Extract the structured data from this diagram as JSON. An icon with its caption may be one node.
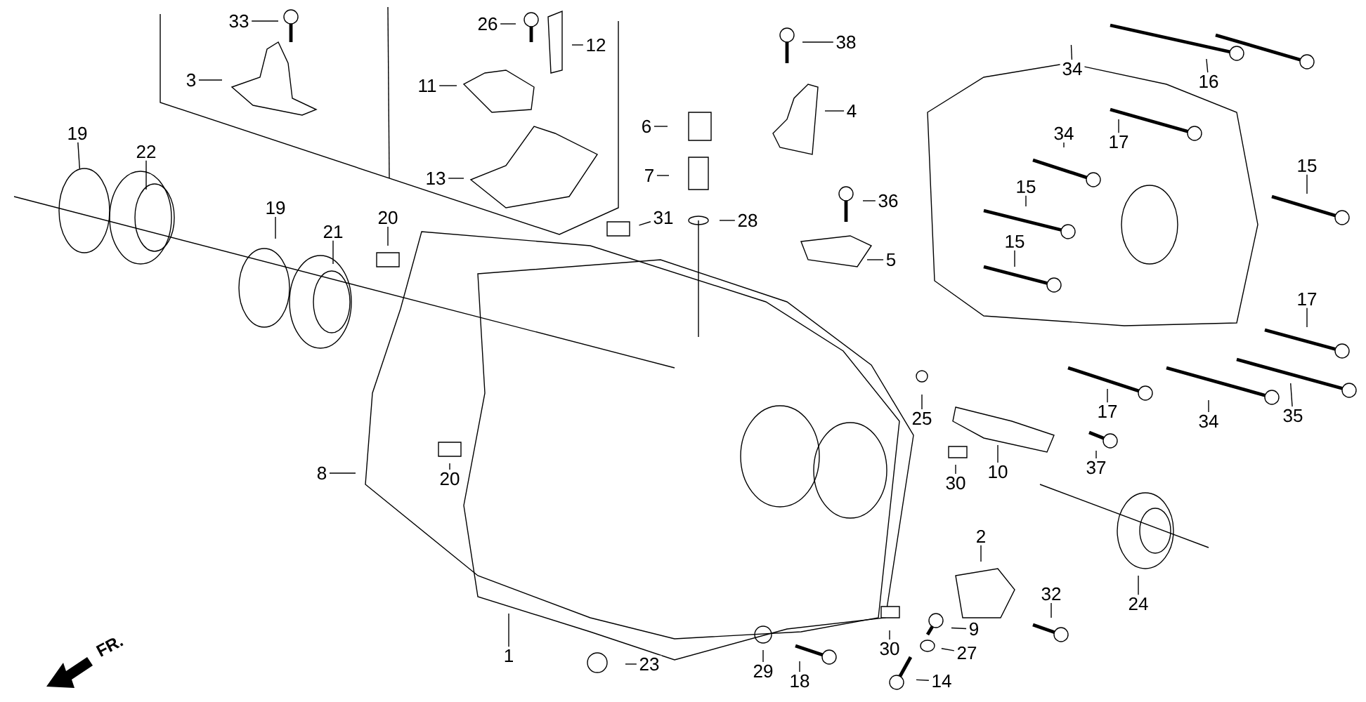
{
  "diagram": {
    "nodes": [
      {
        "text": [
          "33"
        ]
      },
      {
        "text": [
          "3"
        ]
      },
      {
        "text": [
          "26"
        ]
      },
      {
        "text": [
          "12"
        ]
      },
      {
        "text": [
          "11"
        ]
      },
      {
        "text": [
          "13"
        ]
      },
      {
        "text": [
          "38"
        ]
      },
      {
        "text": [
          "6"
        ]
      },
      {
        "text": [
          "4"
        ]
      },
      {
        "text": [
          "7"
        ]
      },
      {
        "text": [
          "28"
        ]
      },
      {
        "text": [
          "36"
        ]
      },
      {
        "text": [
          "5"
        ]
      },
      {
        "text": [
          "34"
        ]
      },
      {
        "text": [
          "16"
        ]
      },
      {
        "text": [
          "34"
        ]
      },
      {
        "text": [
          "17"
        ]
      },
      {
        "text": [
          "15"
        ]
      },
      {
        "text": [
          "15"
        ]
      },
      {
        "text": [
          "15"
        ]
      },
      {
        "text": [
          "17"
        ]
      },
      {
        "text": [
          "19"
        ]
      },
      {
        "text": [
          "22"
        ]
      },
      {
        "text": [
          "19"
        ]
      },
      {
        "text": [
          "21"
        ]
      },
      {
        "text": [
          "20"
        ]
      },
      {
        "text": [
          "31"
        ]
      },
      {
        "text": [
          "17"
        ]
      },
      {
        "text": [
          "34"
        ]
      },
      {
        "text": [
          "35"
        ]
      },
      {
        "text": [
          "25"
        ]
      },
      {
        "text": [
          "10"
        ]
      },
      {
        "text": [
          "30"
        ]
      },
      {
        "text": [
          "37"
        ]
      },
      {
        "text": [
          "8"
        ]
      },
      {
        "text": [
          "20"
        ]
      },
      {
        "text": [
          "2"
        ]
      },
      {
        "text": [
          "24"
        ]
      },
      {
        "text": [
          "32"
        ]
      },
      {
        "text": [
          "9"
        ]
      },
      {
        "text": [
          "27"
        ]
      },
      {
        "text": [
          "30"
        ]
      },
      {
        "text": [
          "14"
        ]
      },
      {
        "text": [
          "18"
        ]
      },
      {
        "text": [
          "29"
        ]
      },
      {
        "text": [
          "1"
        ]
      },
      {
        "text": [
          "23"
        ]
      }
    ],
    "edges": [
      {
        "from": 0,
        "to": null,
        "arrow": "none"
      },
      {
        "from": 1,
        "to": null,
        "arrow": "none"
      },
      {
        "from": 2,
        "to": null,
        "arrow": "none"
      },
      {
        "from": 3,
        "to": null,
        "arrow": "none"
      },
      {
        "from": 4,
        "to": null,
        "arrow": "none"
      },
      {
        "from": 5,
        "to": null,
        "arrow": "none"
      },
      {
        "from": 6,
        "to": null,
        "arrow": "none"
      },
      {
        "from": 7,
        "to": null,
        "arrow": "none"
      },
      {
        "from": 8,
        "to": null,
        "arrow": "none"
      },
      {
        "from": 9,
        "to": null,
        "arrow": "none"
      },
      {
        "from": 10,
        "to": null,
        "arrow": "none"
      },
      {
        "from": 11,
        "to": null,
        "arrow": "none"
      },
      {
        "from": 12,
        "to": null,
        "arrow": "none"
      },
      {
        "from": 13,
        "to": null,
        "arrow": "none"
      },
      {
        "from": 14,
        "to": null,
        "arrow": "none"
      },
      {
        "from": 15,
        "to": null,
        "arrow": "none"
      },
      {
        "from": 16,
        "to": null,
        "arrow": "none"
      },
      {
        "from": 17,
        "to": null,
        "arrow": "none"
      },
      {
        "from": 18,
        "to": null,
        "arrow": "none"
      },
      {
        "from": 19,
        "to": null,
        "arrow": "none"
      },
      {
        "from": 20,
        "to": null,
        "arrow": "none"
      },
      {
        "from": 21,
        "to": null,
        "arrow": "none"
      },
      {
        "from": 22,
        "to": null,
        "arrow": "none"
      },
      {
        "from": 23,
        "to": null,
        "arrow": "none"
      },
      {
        "from": 24,
        "to": null,
        "arrow": "none"
      },
      {
        "from": 25,
        "to": null,
        "arrow": "none"
      },
      {
        "from": 26,
        "to": null,
        "arrow": "none"
      },
      {
        "from": 27,
        "to": null,
        "arrow": "none"
      },
      {
        "from": 28,
        "to": null,
        "arrow": "none"
      },
      {
        "from": 29,
        "to": null,
        "arrow": "none"
      },
      {
        "from": 30,
        "to": null,
        "arrow": "none"
      },
      {
        "from": 31,
        "to": null,
        "arrow": "none"
      },
      {
        "from": 32,
        "to": null,
        "arrow": "none"
      },
      {
        "from": 33,
        "to": null,
        "arrow": "none"
      },
      {
        "from": 34,
        "to": null,
        "arrow": "none"
      },
      {
        "from": 35,
        "to": null,
        "arrow": "none"
      },
      {
        "from": 36,
        "to": null,
        "arrow": "none"
      },
      {
        "from": 37,
        "to": null,
        "arrow": "none"
      },
      {
        "from": 38,
        "to": null,
        "arrow": "none"
      },
      {
        "from": 39,
        "to": null,
        "arrow": "none"
      },
      {
        "from": 40,
        "to": null,
        "arrow": "none"
      },
      {
        "from": 41,
        "to": null,
        "arrow": "none"
      },
      {
        "from": 42,
        "to": null,
        "arrow": "none"
      },
      {
        "from": 43,
        "to": null,
        "arrow": "none"
      },
      {
        "from": 44,
        "to": null,
        "arrow": "none"
      },
      {
        "from": 45,
        "to": null,
        "arrow": "none"
      },
      {
        "from": 46,
        "to": null,
        "arrow": "none"
      }
    ],
    "labels": [
      "FR."
    ]
  }
}
